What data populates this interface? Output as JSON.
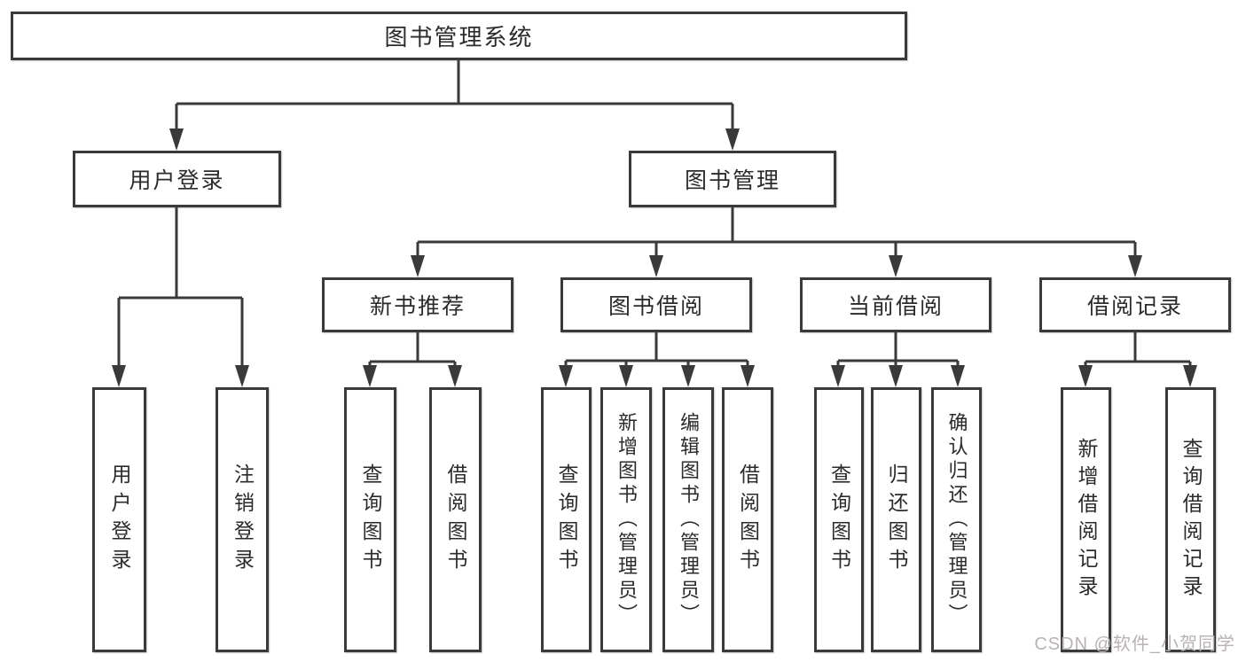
{
  "tree": {
    "label": "图书管理系统",
    "children": [
      {
        "label": "用户登录",
        "children": [
          {
            "label": "用户登录"
          },
          {
            "label": "注销登录"
          }
        ]
      },
      {
        "label": "图书管理",
        "children": [
          {
            "label": "新书推荐",
            "children": [
              {
                "label": "查询图书"
              },
              {
                "label": "借阅图书"
              }
            ]
          },
          {
            "label": "图书借阅",
            "children": [
              {
                "label": "查询图书"
              },
              {
                "label": "新增图书（管理员）"
              },
              {
                "label": "编辑图书（管理员）"
              },
              {
                "label": "借阅图书"
              }
            ]
          },
          {
            "label": "当前借阅",
            "children": [
              {
                "label": "查询图书"
              },
              {
                "label": "归还图书"
              },
              {
                "label": "确认归还（管理员）"
              }
            ]
          },
          {
            "label": "借阅记录",
            "children": [
              {
                "label": "新增借阅记录"
              },
              {
                "label": "查询借阅记录"
              }
            ]
          }
        ]
      }
    ]
  },
  "watermark": {
    "text": "CSDN @软件_小贺同学"
  },
  "colors": {
    "line": "#3a3a3a",
    "text": "#2b2b2b",
    "box_fill": "#ffffff",
    "watermark": "#b9b2b2",
    "background": "#ffffff"
  }
}
